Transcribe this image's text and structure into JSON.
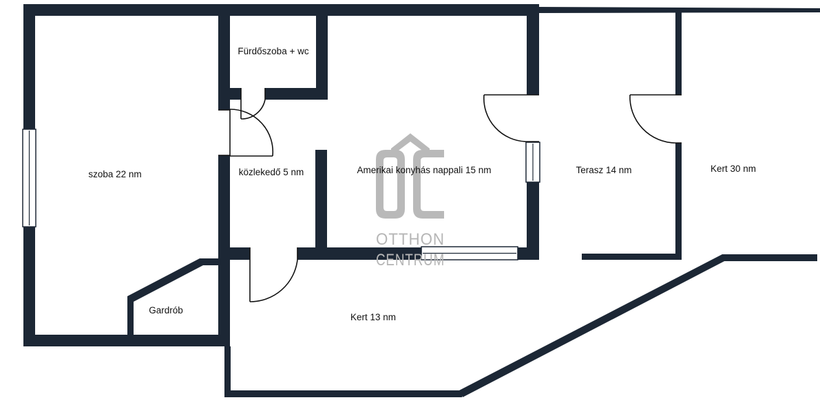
{
  "rooms": {
    "szoba": "szoba 22 nm",
    "furdoszoba": "Fürdőszoba + wc",
    "kozlekedo": "közlekedő 5 nm",
    "nappali": "Amerikai konyhás nappali 15 nm",
    "terasz": "Terasz 14 nm",
    "kert_30": "Kert 30 nm",
    "gardrob": "Gardrób",
    "kert_13": "Kert 13 nm"
  },
  "watermark": {
    "line1": "OTTHON",
    "line2": "CENTRUM"
  },
  "colors": {
    "wall": "#1c2735",
    "watermark": "#b9b9b9",
    "background": "#ffffff"
  }
}
